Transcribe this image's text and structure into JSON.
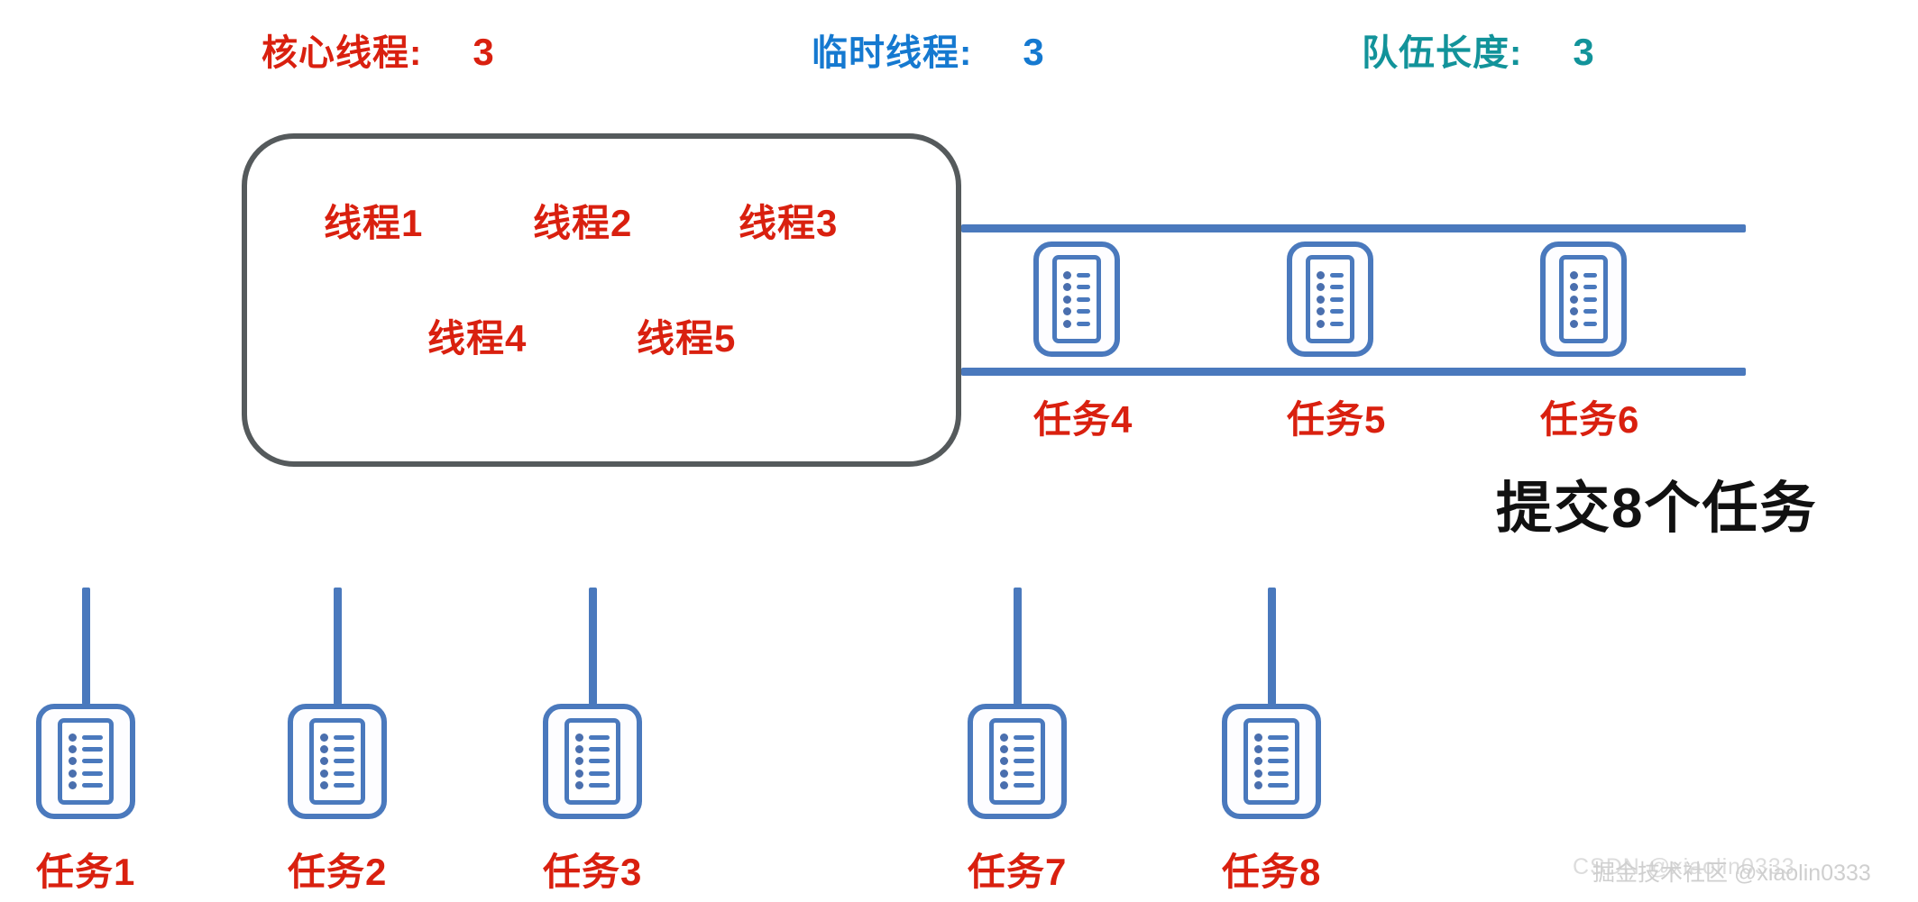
{
  "legend": [
    {
      "name": "core-threads",
      "label": "核心线程:",
      "value": "3",
      "color": "#d9200f"
    },
    {
      "name": "temporary-threads",
      "label": "临时线程:",
      "value": "3",
      "color": "#1579d0"
    },
    {
      "name": "queue-length",
      "label": "队伍长度:",
      "value": "3",
      "color": "#12939a"
    }
  ],
  "pool": {
    "threads": [
      {
        "label": "线程1"
      },
      {
        "label": "线程2"
      },
      {
        "label": "线程3"
      },
      {
        "label": "线程4"
      },
      {
        "label": "线程5"
      }
    ],
    "border_color": "#555a5c"
  },
  "queue": {
    "rail_color": "#4a79bd",
    "tasks": [
      {
        "label": "任务4",
        "icon": "task-list-icon"
      },
      {
        "label": "任务5",
        "icon": "task-list-icon"
      },
      {
        "label": "任务6",
        "icon": "task-list-icon"
      }
    ]
  },
  "submitted": {
    "note": "提交8个任务",
    "tasks": [
      {
        "label": "任务1",
        "icon": "task-list-icon"
      },
      {
        "label": "任务2",
        "icon": "task-list-icon"
      },
      {
        "label": "任务3",
        "icon": "task-list-icon"
      },
      {
        "label": "任务7",
        "icon": "task-list-icon"
      },
      {
        "label": "任务8",
        "icon": "task-list-icon"
      }
    ]
  },
  "watermark": {
    "back": "CSDN @xiaolin0333",
    "front": "掘金技术社区 @xiaolin0333"
  }
}
